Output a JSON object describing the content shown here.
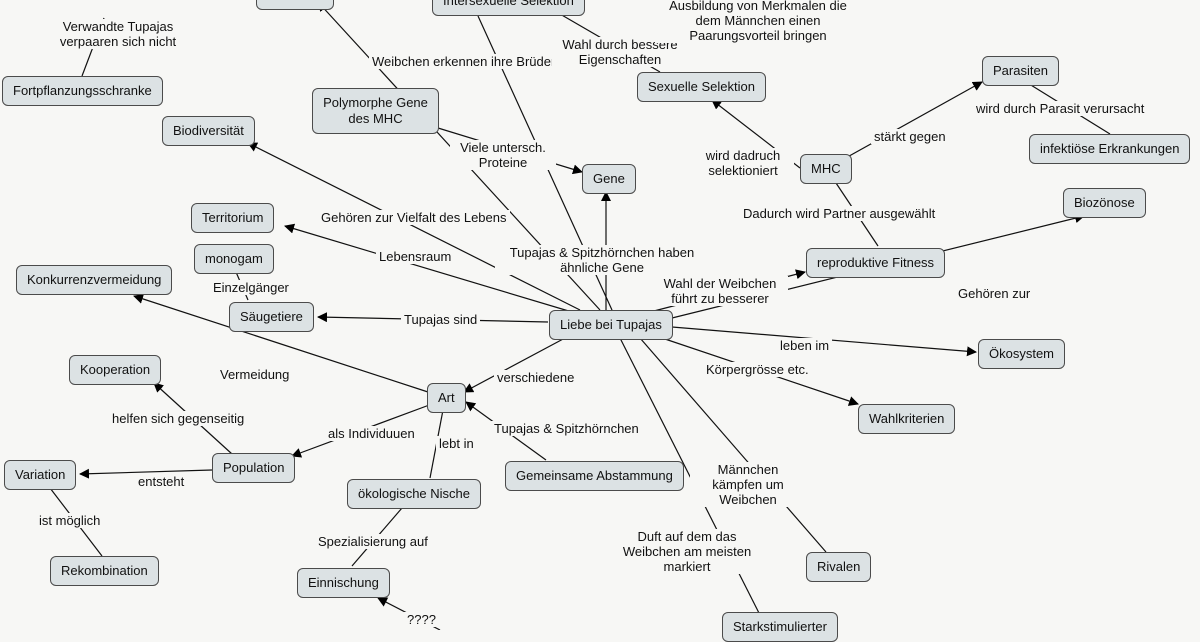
{
  "nodes": {
    "liebe": "Liebe bei Tupajas",
    "fortpflanzungsschranke": "Fortpflanzungsschranke",
    "intersexuelle": "Intersexuelle Selektion",
    "sexuelle": "Sexuelle Selektion",
    "parasiten": "Parasiten",
    "infektioese": "infektiöse Erkrankungen",
    "mhc": "MHC",
    "polymorphe": "Polymorphe Gene des MHC",
    "gene": "Gene",
    "biodiversitaet": "Biodiversität",
    "biozoenose": "Biozönose",
    "territorium": "Territorium",
    "reproduktive": "reproduktive Fitness",
    "monogam": "monogam",
    "konkurrenz": "Konkurrenzvermeidung",
    "saeugetiere": "Säugetiere",
    "oekosystem": "Ökosystem",
    "kooperation": "Kooperation",
    "art": "Art",
    "wahlkriterien": "Wahlkriterien",
    "population": "Population",
    "variation": "Variation",
    "abstammung": "Gemeinsame Abstammung",
    "nische": "ökologische Nische",
    "rekombination": "Rekombination",
    "rivalen": "Rivalen",
    "einnischung": "Einnischung",
    "starkstimulierter": "Starkstimulierter"
  },
  "labels": {
    "verwandte": "Verwandte Tupajas verpaaren sich nicht",
    "weibchen_brueder": "Weibchen erkennen ihre Brüder.",
    "wahl_bessere": "Wahl durch bessere Eigenschaften",
    "ausbildung": "Ausbildung von Merkmalen die dem Männchen einen Paarungsvorteil bringen",
    "parasit_verursacht": "wird durch Parasit verursacht",
    "staerkt": "stärkt gegen",
    "selektioniert": "wird dadruch selektioniert",
    "viele": "Viele untersch. Proteine",
    "partner": "Dadurch wird Partner ausgewählt",
    "vielfalt": "Gehören zur Vielfalt des Lebens",
    "aehnliche": "Tupajas & Spitzhörnchen haben ähnliche Gene",
    "lebensraum": "Lebensraum",
    "wahl_weibchen": "Wahl der Weibchen führt zu besserer",
    "gehoeren_zur": "Gehören zur",
    "einzelgaenger": "Einzelgänger",
    "tupajas_sind": "Tupajas sind",
    "leben_im": "leben im",
    "vermeidung": "Vermeidung",
    "verschiedene": "verschiedene",
    "koerpergroesse": "Körpergrösse etc.",
    "helfen": "helfen sich gegenseitig",
    "als_individuen": "als Individuuen",
    "tupajas_spitz": "Tupajas & Spitzhörnchen",
    "lebt_in": "lebt in",
    "entsteht": "entsteht",
    "maennchen": "Männchen kämpfen um Weibchen",
    "ist_moeglich": "ist möglich",
    "duft": "Duft auf dem das Weibchen am meisten markiert",
    "spezialisierung": "Spezialisierung auf",
    "fragezeichen": "????"
  }
}
